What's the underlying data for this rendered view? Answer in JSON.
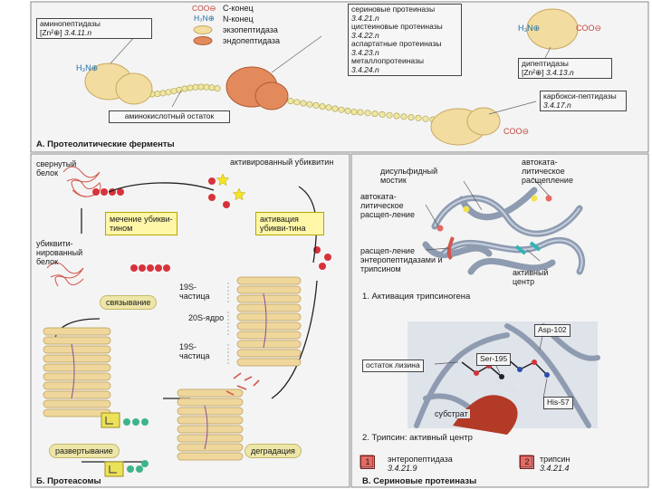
{
  "panel_a": {
    "title": "А. Протеолитические ферменты",
    "legend": {
      "c_end_symbol": "COO⊖",
      "c_end": "С-конец",
      "n_end_symbol": "H₃N⊕",
      "n_end": "N-конец",
      "exo": "экзопептидаза",
      "endo": "эндопептидаза"
    },
    "aminopeptidase_name": "аминопептидазы",
    "aminopeptidase_cofactor": "[Zn²⊕]",
    "aminopeptidase_ec": "3.4.11.n",
    "amino_acid_residue": "аминокислотный остаток",
    "proteinase_groups": [
      {
        "name": "сериновые протеиназы",
        "ec": "3.4.21.n"
      },
      {
        "name": "цистеиновые протеиназы",
        "ec": "3.4.22.n"
      },
      {
        "name": "аспартатные протеиназы",
        "ec": "3.4.23.n"
      },
      {
        "name": "металлопротеиназы",
        "ec": "3.4.24.n"
      }
    ],
    "dipeptidase_name": "дипептидазы",
    "dipeptidase_cofactor": "[Zn²⊕]",
    "dipeptidase_ec": "3.4.13.n",
    "carboxypeptidase_name": "карбокси-пептидазы",
    "carboxypeptidase_ec": "3.4.17.n",
    "colors": {
      "exo": "#f2dca0",
      "endo": "#e38a5c",
      "chain": "#efe7a2"
    }
  },
  "panel_b": {
    "title": "Б. Протеасомы",
    "folded_protein": "свернутый белок",
    "activated_ubiquitin": "активированный убиквитин",
    "ubiquitin_labeling": "мечение убикви-тином",
    "ubiquitin_activation": "активация убикви-тина",
    "ubiquitinated_protein": "убиквити-нированный белок",
    "particle_19s_top": "19S-частица",
    "core_20s": "20S-ядро",
    "particle_19s_bottom": "19S-частица",
    "binding": "связывание",
    "unfolding": "развертывание",
    "degradation": "деградация",
    "colors": {
      "ubiquitin": "#d7323b",
      "star": "#f7e326",
      "proteasome": "#efd79c"
    }
  },
  "panel_c": {
    "title": "В. Сериновые протеиназы",
    "disulfide_bridge": "дисульфидный мостик",
    "autocatalytic_cleavage_top": "автоката-литическое расщепление",
    "autocatalytic_cleavage_left": "автоката-литическое расщеп-ление",
    "enteropeptidase_cleavage": "расщеп-ление энтеропептидазами и трипсином",
    "active_site": "активный центр",
    "trypsinogen_activation": "1. Активация трипсиногена",
    "asp": "Asp-102",
    "ser": "Ser-195",
    "his": "His-57",
    "lysine_residue": "остаток лизина",
    "substrate": "субстрат",
    "trypsin_active_site": "2. Трипсин: активный центр",
    "legend": [
      {
        "num": "1",
        "name": "энтеропептидаза",
        "ec": "3.4.21.9"
      },
      {
        "num": "2",
        "name": "трипсин",
        "ec": "3.4.21.4"
      }
    ],
    "colors": {
      "protein": "#8e9bb0",
      "marker": "#e46b64"
    }
  }
}
